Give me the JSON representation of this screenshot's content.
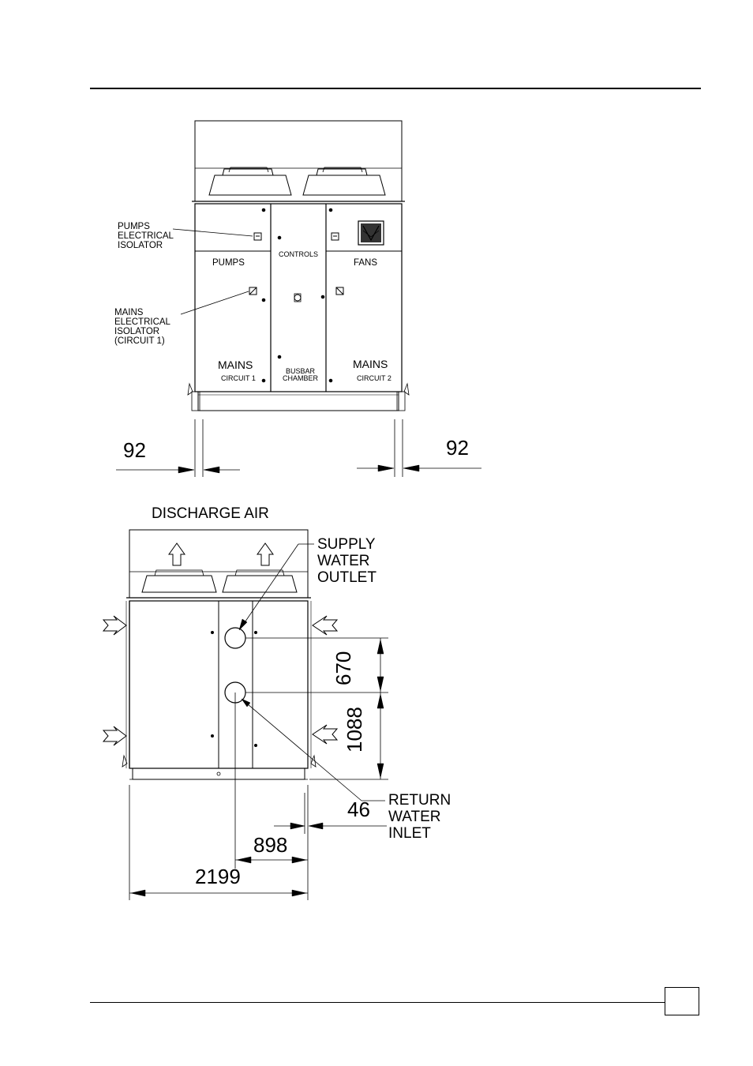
{
  "top_view": {
    "pumps_electrical_isolator": "PUMPS\nELECTRICAL\nISOLATOR",
    "mains_electrical_isolator": "MAINS\nELECTRICAL\nISOLATOR\n(CIRCUIT 1)",
    "pumps": "PUMPS",
    "controls": "CONTROLS",
    "fans": "FANS",
    "mains_left": "MAINS",
    "circuit1": "CIRCUIT 1",
    "busbar_chamber": "BUSBAR\nCHAMBER",
    "mains_right": "MAINS",
    "circuit2": "CIRCUIT 2",
    "dim_left": "92",
    "dim_right": "92"
  },
  "side_view": {
    "discharge_air": "DISCHARGE AIR",
    "supply_water_outlet": "SUPPLY\nWATER\nOUTLET",
    "return_water_inlet": "RETURN\nWATER\nINLET",
    "dim_670": "670",
    "dim_1088": "1088",
    "dim_46": "46",
    "dim_898": "898",
    "dim_2199": "2199"
  },
  "page_number": ""
}
